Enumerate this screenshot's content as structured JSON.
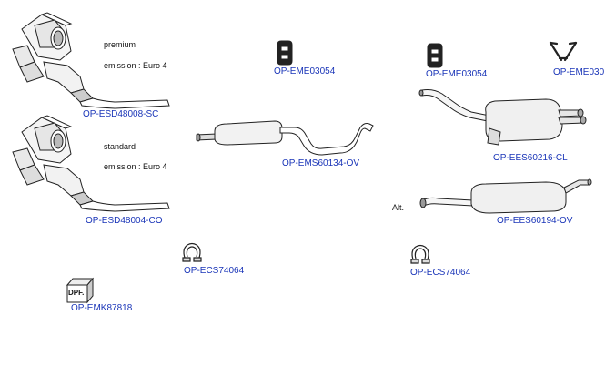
{
  "colors": {
    "label": "#1a35b8",
    "text": "#111111",
    "line": "#222222"
  },
  "parts": {
    "dpf_premium": {
      "part_number": "OP-ESD48008-SC",
      "icon": "catalytic-converter-dpf-icon"
    },
    "premium_note": {
      "grade": "premium",
      "emission": "emission : Euro 4"
    },
    "dpf_standard": {
      "part_number": "OP-ESD48004-CO",
      "icon": "catalytic-converter-dpf-icon"
    },
    "standard_note": {
      "grade": "standard",
      "emission": "emission : Euro 4"
    },
    "clamp_left": {
      "part_number": "OP-ECS74064",
      "icon": "clamp-icon"
    },
    "dpf_kit": {
      "part_number": "OP-EMK87818",
      "icon": "dpf-kit-box-icon",
      "badge": "DPF."
    },
    "mount_center": {
      "part_number": "OP-EME03054",
      "icon": "rubber-mount-icon"
    },
    "middle_silencer": {
      "part_number": "OP-EMS60134-OV",
      "icon": "middle-silencer-icon"
    },
    "mount_right": {
      "part_number": "OP-EME03054",
      "icon": "rubber-mount-icon"
    },
    "hanger_right": {
      "part_number": "OP-EME030",
      "icon": "hanger-icon"
    },
    "rear_silencer_cl": {
      "part_number": "OP-EES60216-CL",
      "icon": "rear-silencer-twin-icon"
    },
    "alt_note": {
      "text": "Alt."
    },
    "rear_silencer_ov": {
      "part_number": "OP-EES60194-OV",
      "icon": "rear-silencer-icon"
    },
    "clamp_right": {
      "part_number": "OP-ECS74064",
      "icon": "clamp-icon"
    }
  }
}
